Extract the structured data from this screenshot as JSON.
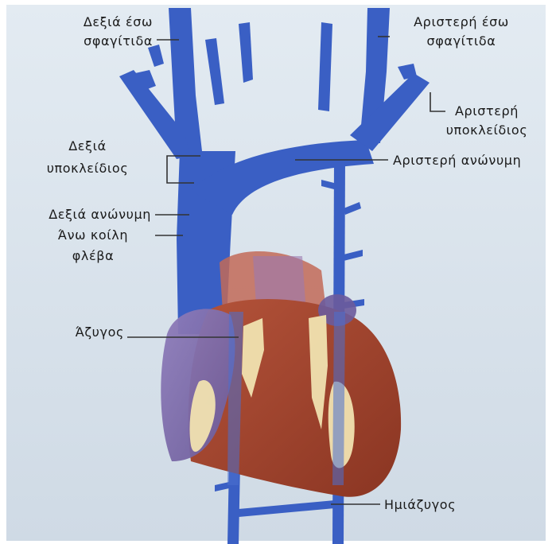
{
  "labels": {
    "right_internal_jugular_1": "Δεξιά έσω",
    "right_internal_jugular_2": "σφαγίτιδα",
    "left_internal_jugular_1": "Αριστερή έσω",
    "left_internal_jugular_2": "σφαγίτιδα",
    "left_subclavian_1": "Αριστερή",
    "left_subclavian_2": "υποκλείδιος",
    "right_subclavian_1": "Δεξιά",
    "right_subclavian_2": "υποκλείδιος",
    "left_brachiocephalic": "Αριστερή ανώνυμη",
    "right_brachiocephalic": "Δεξιά ανώνυμη",
    "superior_vena_cava_1": "Άνω κοίλη",
    "superior_vena_cava_2": "φλέβα",
    "azygos": "Άζυγος",
    "hemiazygos": "Ημιάζυγος"
  },
  "colors": {
    "background": "#dde6ee",
    "vein": "#3a5fc4",
    "vein_light": "#5b7fd8",
    "heart": "#a0432c",
    "heart_dark": "#7e2f1e",
    "atrium": "#7a6aa8",
    "fat": "#f1e2b0",
    "leader": "#333333"
  }
}
